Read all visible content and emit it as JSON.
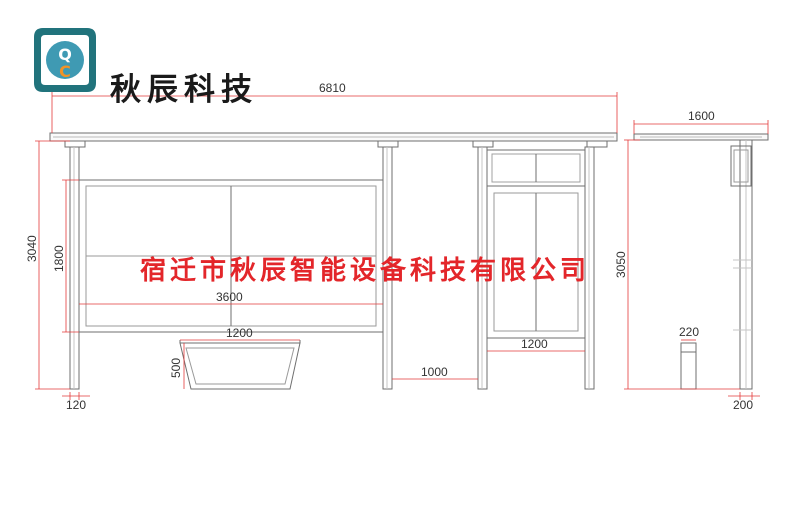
{
  "logo": {
    "letter_top": "Q",
    "letter_bottom": "C",
    "frame_color": "#21737c",
    "fill_color": "#3f9ab3",
    "accent_color": "#f29325"
  },
  "brand_name": "秋辰科技",
  "watermark_text": "宿迁市秋辰智能设备科技有限公司",
  "colors": {
    "dimension_line": "#e33a3a",
    "drawing_line": "#6f6f6f",
    "watermark": "#e3262a"
  },
  "dimensions": {
    "total_width": "6810",
    "side_width": "1600",
    "left_height": "3040",
    "panel_height": "1800",
    "panel_width": "3600",
    "right_height": "3050",
    "bench_width": "1200",
    "bench_height": "500",
    "gap_width": "1000",
    "cabinet_width": "1200",
    "post_width": "120",
    "bin_width": "220",
    "side_post_width": "200"
  }
}
